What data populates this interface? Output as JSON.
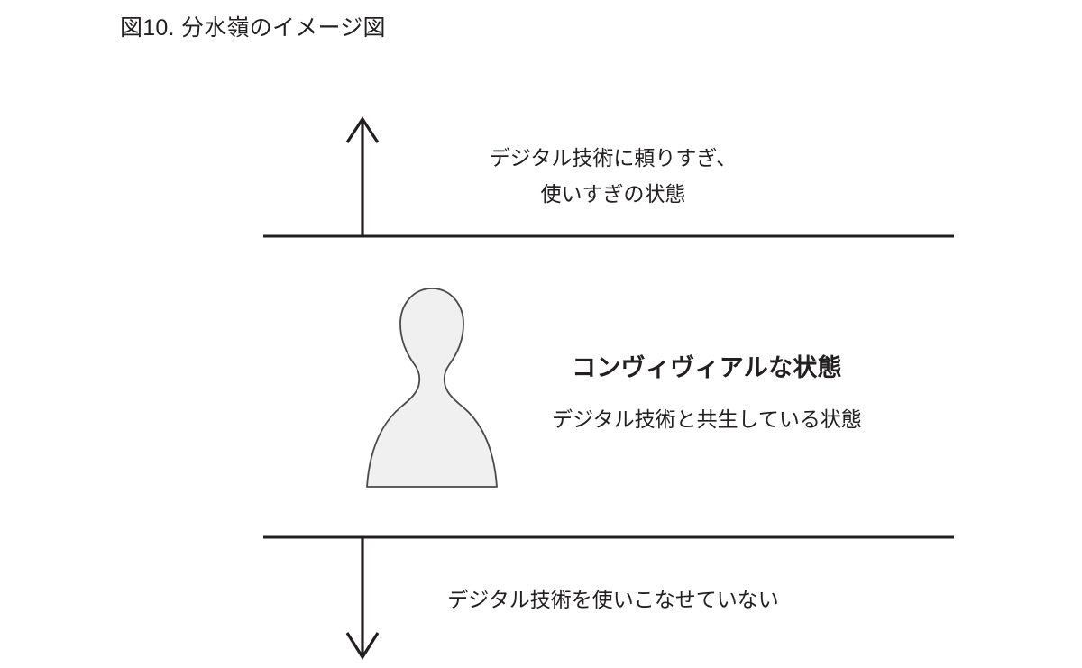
{
  "figure": {
    "title": "図10. 分水嶺のイメージ図"
  },
  "diagram": {
    "upper_zone": {
      "label_line1": "デジタル技術に頼りすぎ、",
      "label_line2": "使いすぎの状態",
      "arrow": "up-arrow"
    },
    "middle_zone": {
      "heading": "コンヴィヴィアルな状態",
      "subtitle": "デジタル技術と共生している状態",
      "figure_icon": "person-silhouette"
    },
    "lower_zone": {
      "label": "デジタル技術を使いこなせていない",
      "arrow": "down-arrow"
    },
    "colors": {
      "ink": "#231f20",
      "silhouette_fill": "#f0f0f0",
      "silhouette_stroke": "#4a4a4a",
      "rule": "#231f20",
      "background": "#ffffff"
    }
  }
}
